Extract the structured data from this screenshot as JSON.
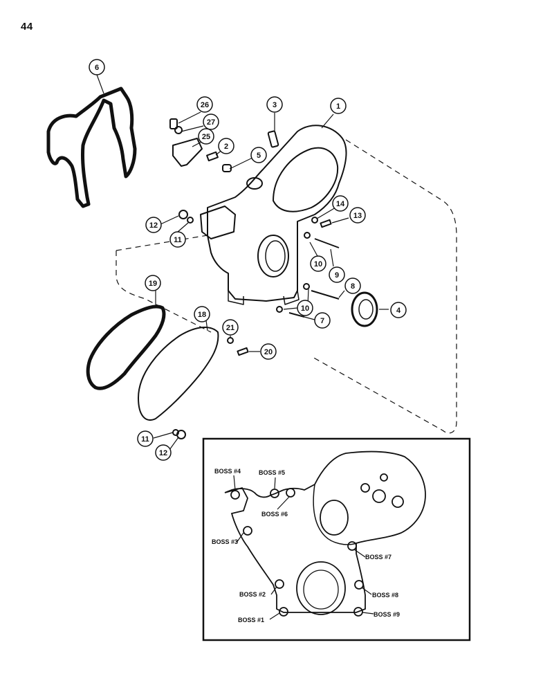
{
  "page": {
    "number": "44"
  },
  "callouts": [
    "1",
    "2",
    "3",
    "4",
    "5",
    "6",
    "7",
    "8",
    "9",
    "10",
    "10",
    "11",
    "11",
    "12",
    "12",
    "13",
    "14",
    "18",
    "19",
    "20",
    "21",
    "25",
    "26",
    "27"
  ],
  "inset": {
    "boss_labels": [
      "BOSS #1",
      "BOSS #2",
      "BOSS #3",
      "BOSS #4",
      "BOSS #5",
      "BOSS #6",
      "BOSS #7",
      "BOSS #8",
      "BOSS #9"
    ]
  }
}
